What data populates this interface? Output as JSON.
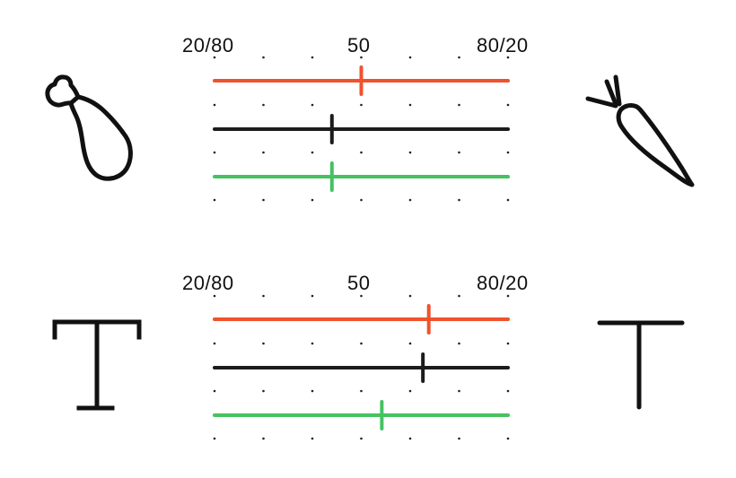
{
  "colors": {
    "red": "#f0522d",
    "black": "#1c1c1c",
    "green": "#45c261",
    "dot": "#222222",
    "icon": "#111111"
  },
  "panels": [
    {
      "id": "food",
      "left_icon": "chicken-drumstick-icon",
      "right_icon": "carrot-icon",
      "labels": {
        "left": "20/80",
        "center": "50",
        "right": "80/20"
      },
      "sliders": [
        {
          "color": "red",
          "value": 50
        },
        {
          "color": "black",
          "value": 40
        },
        {
          "color": "green",
          "value": 40
        }
      ]
    },
    {
      "id": "typeface",
      "left_icon": "serif-t-icon",
      "right_icon": "sans-t-icon",
      "labels": {
        "left": "20/80",
        "center": "50",
        "right": "80/20"
      },
      "sliders": [
        {
          "color": "red",
          "value": 73
        },
        {
          "color": "black",
          "value": 71
        },
        {
          "color": "green",
          "value": 57
        }
      ]
    }
  ]
}
